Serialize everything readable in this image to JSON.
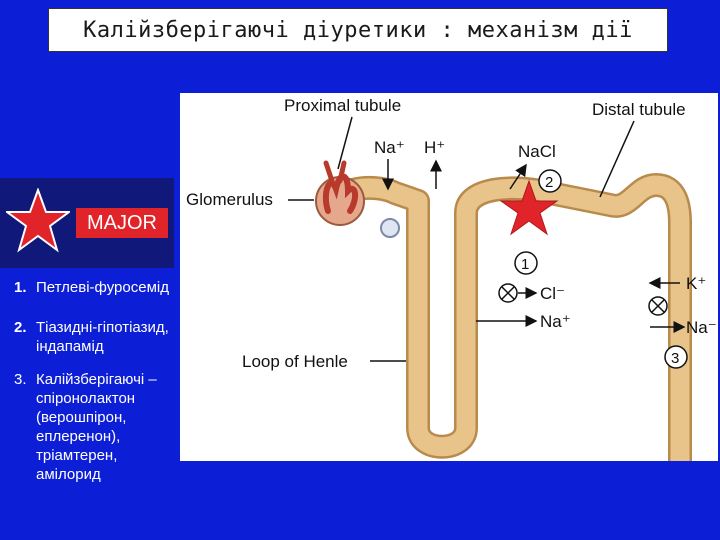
{
  "title": "Калійзберігаючі діуретики : механізм дії",
  "major_label": "MAJOR",
  "drug_list": [
    {
      "num": "1.",
      "lines": [
        "Петлеві-фуросемід"
      ]
    },
    {
      "num": "2.",
      "lines": [
        "Тіазидні-гіпотіазид,",
        "індапамід"
      ]
    },
    {
      "num": "3.",
      "lines": [
        "Калійзберігаючі –",
        "спіронолактон",
        "(верошпірон,",
        "еплеренон),",
        "тріамтерен,",
        "амілорид"
      ]
    }
  ],
  "diagram": {
    "proximal_tubule": "Proximal tubule",
    "distal_tubule": "Distal tubule",
    "glomerulus": "Glomerulus",
    "loop_of_henle": "Loop of Henle",
    "na_plus": "Na⁺",
    "h_plus": "H⁺",
    "nacl": "NaCl",
    "cl_minus": "Cl⁻",
    "na_plus_2": "Na⁺",
    "k_plus": "K⁺",
    "na_minus": "Na⁻",
    "marker_1": "1",
    "marker_2": "2",
    "marker_3": "3"
  },
  "colors": {
    "background": "#0d1fd6",
    "tubule": "#e8c48a",
    "tubule_edge": "#b88a4c",
    "star": "#e0242a",
    "major_box": "#10187a"
  }
}
